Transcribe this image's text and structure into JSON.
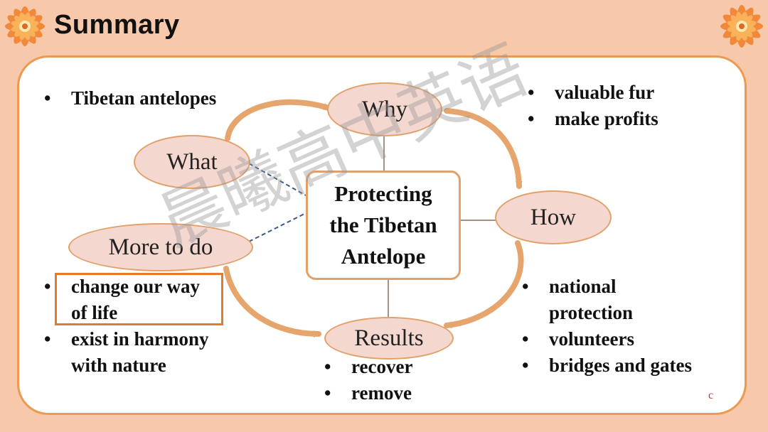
{
  "title": "Summary",
  "center": {
    "line1": "Protecting",
    "line2": "the Tibetan",
    "line3": "Antelope"
  },
  "nodes": {
    "why": "Why",
    "what": "What",
    "how": "How",
    "more": "More to do",
    "results": "Results"
  },
  "lists": {
    "what": [
      "Tibetan antelopes"
    ],
    "why": [
      "valuable fur",
      "make profits"
    ],
    "how": [
      "national",
      "protection",
      "volunteers",
      "bridges and gates"
    ],
    "more": [
      "change our way",
      "of life",
      "exist in harmony",
      "with nature"
    ],
    "results": [
      "recover",
      "remove"
    ]
  },
  "watermark": "晨曦高中英语",
  "corner_mark": "c",
  "colors": {
    "background": "#f7c9aa",
    "panel_border": "#ec9a52",
    "oval_fill": "#f4d7cf",
    "arrow": "#e6a56d",
    "dashed_connector": "#3b5b86",
    "highlight": "#e67a2b"
  }
}
